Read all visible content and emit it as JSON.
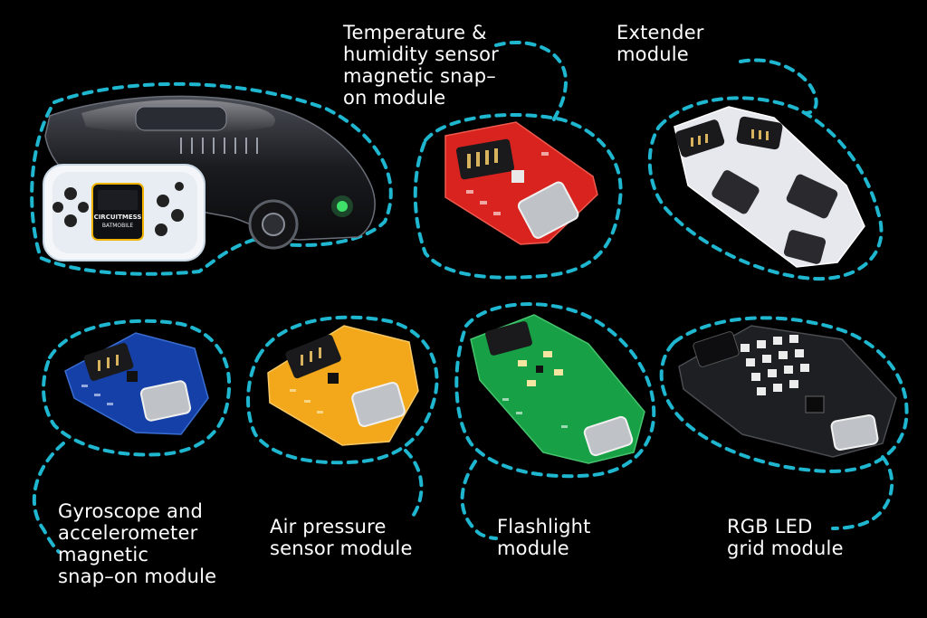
{
  "colors": {
    "background": "#000000",
    "outline": "#1fb6d0",
    "label_text": "#ffffff",
    "temperature_board": "#d8231f",
    "extender_board": "#e6e8ee",
    "gyro_board": "#1440a8",
    "air_pressure_board": "#f2a81a",
    "flashlight_board": "#17a045",
    "rgb_board": "#1e1f22"
  },
  "labels": {
    "temperature": [
      "Temperature &",
      "humidity sensor",
      "magnetic snap–",
      "on module"
    ],
    "extender": [
      "Extender",
      "module"
    ],
    "gyroscope": [
      "Gyroscope and",
      "accelerometer",
      "magnetic",
      "snap–on module"
    ],
    "air_pressure": [
      "Air pressure",
      "sensor module"
    ],
    "flashlight": [
      "Flashlight",
      "module"
    ],
    "rgb": [
      "RGB LED",
      "grid module"
    ]
  },
  "console_text": {
    "line1": "CIRCUITMESS",
    "line2": "BATMOBILE"
  }
}
